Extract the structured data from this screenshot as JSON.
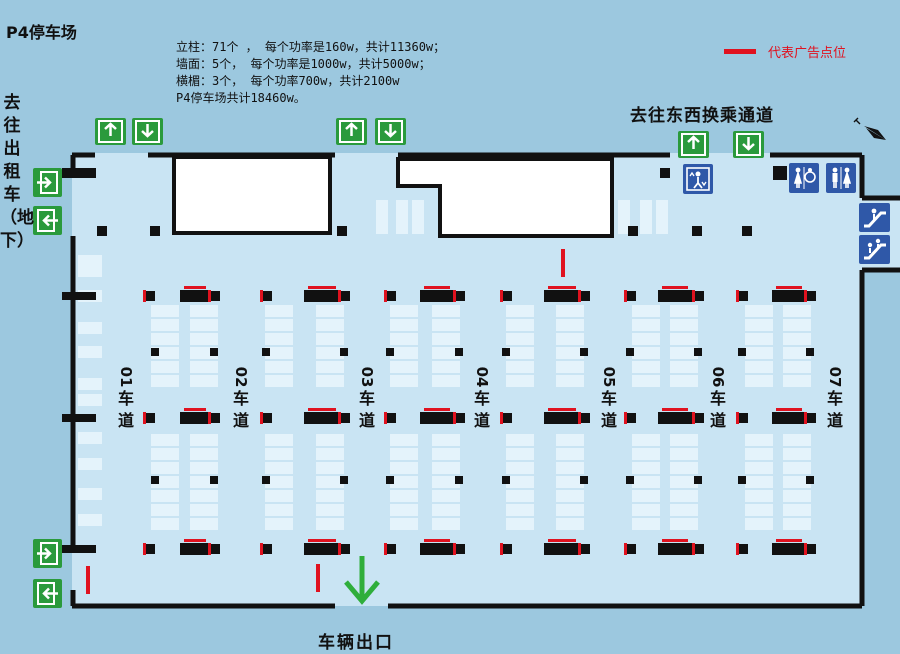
{
  "title": "P4停车场",
  "info_lines": [
    "立柱：71个  ， 每个功率是160w，共计11360w；",
    "墙面：5个， 每个功率是1000w，共计5000w；",
    "横楣：3个， 每个功率700w，共计2100w",
    "P4停车场共计18460w。"
  ],
  "legend": {
    "label": "代表广告点位",
    "color": "#e0121f"
  },
  "labels": {
    "transfer": "去往东西换乘通道",
    "taxi": "去往出租车（地下）",
    "vehicle_exit": "车辆出口"
  },
  "lanes": [
    {
      "num": "01",
      "text": "车道"
    },
    {
      "num": "02",
      "text": "车道"
    },
    {
      "num": "03",
      "text": "车道"
    },
    {
      "num": "04",
      "text": "车道"
    },
    {
      "num": "05",
      "text": "车道"
    },
    {
      "num": "06",
      "text": "车道"
    },
    {
      "num": "07",
      "text": "车道"
    }
  ],
  "colors": {
    "background": "#9cc8df",
    "floor": "#c9e4f3",
    "parking_space": "#e4f3fb",
    "wall": "#111111",
    "ad_point": "#e0121f",
    "entrance_sign": "#2a9a3c",
    "facility_sign": "#2f58a8",
    "exit_arrow": "#2fae3b"
  },
  "icons": [
    "exit-up-icon",
    "enter-down-icon",
    "door-right-icon",
    "door-left-icon",
    "elevator-icon",
    "restroom-icon",
    "escalator-icon",
    "north-arrow-icon",
    "down-arrow-icon"
  ]
}
